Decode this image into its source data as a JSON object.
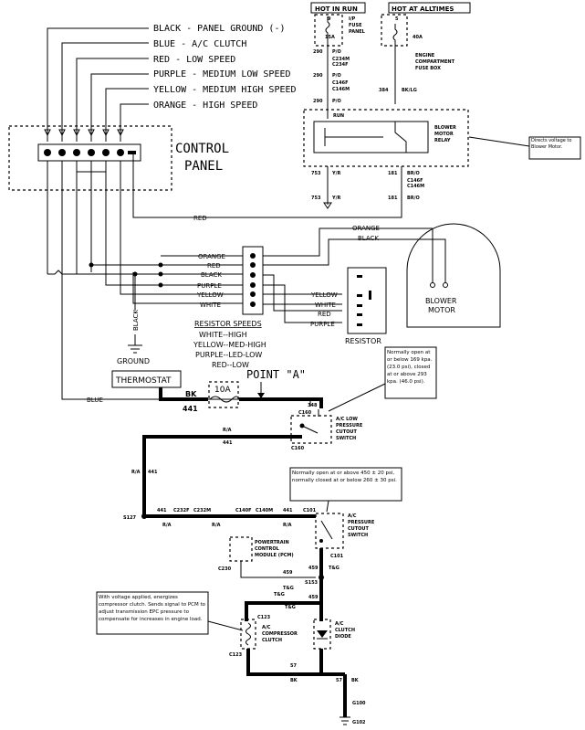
{
  "legend": [
    "BLACK - PANEL GROUND (-)",
    "BLUE - A/C CLUTCH",
    "RED - LOW SPEED",
    "PURPLE - MEDIUM LOW SPEED",
    "YELLOW - MEDIUM HIGH SPEED",
    "ORANGE - HIGH SPEED"
  ],
  "control_panel": [
    "CONTROL",
    "PANEL"
  ],
  "wires": {
    "red": "RED",
    "orange": "ORANGE",
    "black": "BLACK",
    "purple": "PURPLE",
    "yellow": "YELLOW",
    "white": "WHITE",
    "blue": "BLUE"
  },
  "resistor_speeds": {
    "title": "RESISTOR SPEEDS",
    "rows": [
      "WHITE--HIGH",
      "YELLOW--MED-HIGH",
      "PURPLE--LED-LOW",
      "RED--LOW"
    ]
  },
  "labels": {
    "ground": "GROUND",
    "resistor": "RESISTOR",
    "blower_motor": [
      "BLOWER",
      "MOTOR"
    ],
    "thermostat": "THERMOSTAT",
    "point_a": "POINT \"A\"",
    "fuse": "10A",
    "bk": "BK",
    "c441": "441",
    "hot_in_run": "HOT IN RUN",
    "hot_at_all_times": "HOT AT ALLTIMES",
    "fuse_panel": [
      "I/P",
      "FUSE",
      "PANEL"
    ],
    "engine_fuse_box": [
      "ENGINE",
      "COMPARTMENT",
      "FUSE BOX"
    ],
    "blower_relay": [
      "BLOWER",
      "MOTOR",
      "RELAY"
    ],
    "pcm": [
      "POWERTRAIN",
      "CONTROL",
      "MODULE (PCM)"
    ],
    "low_switch": [
      "A/C LOW",
      "PRESSURE",
      "CUTOUT",
      "SWITCH"
    ],
    "pressure_switch": [
      "A/C",
      "PRESSURE",
      "CUTOUT",
      "SWITCH"
    ],
    "clutch": [
      "A/C",
      "COMPRESSOR",
      "CLUTCH"
    ],
    "diode": [
      "A/C",
      "CLUTCH",
      "DIODE"
    ]
  },
  "notes": {
    "blower": "Directs voltage to Blower Motor.",
    "low": "Normally open at or below 169 kpa. (23.0 psi), closed at or above 293 kpa. (46.0 psi).",
    "high": "Normally open at or above 450 ± 20 psi, normally closed at or below 260 ± 30 psi.",
    "clutch": "With voltage applied, energizes compressor clutch. Sends signal to PCM to adjust transmission EPC pressure to compensate for increases in engine load."
  },
  "codes": {
    "c290": "290",
    "c384": "384",
    "c753": "753",
    "c181": "181",
    "c348": "348",
    "c459": "459",
    "c57": "57",
    "po": "P/O",
    "bklg": "BK/LG",
    "yr": "Y/R",
    "bro": "BR/O",
    "ra": "R/A",
    "tg": "T&G",
    "bk": "BK",
    "c234m": "C234M",
    "c234f": "C234F",
    "c146f": "C146F",
    "c146m": "C146M",
    "c146f2": "C146F",
    "c146m2": "C146M",
    "c160": "C160",
    "c160b": "C160",
    "s127": "S127",
    "c232f": "C232F",
    "c232m": "C232M",
    "c140f": "C140F",
    "c140m": "C140M",
    "c101": "C101",
    "c101b": "C101",
    "c230": "C230",
    "s153": "S153",
    "c123": "C123",
    "c123b": "C123",
    "g100": "G100",
    "g102": "G102",
    "f9": "9",
    "f15a": "15A",
    "f5": "5",
    "f40a": "40A",
    "run": "RUN"
  }
}
